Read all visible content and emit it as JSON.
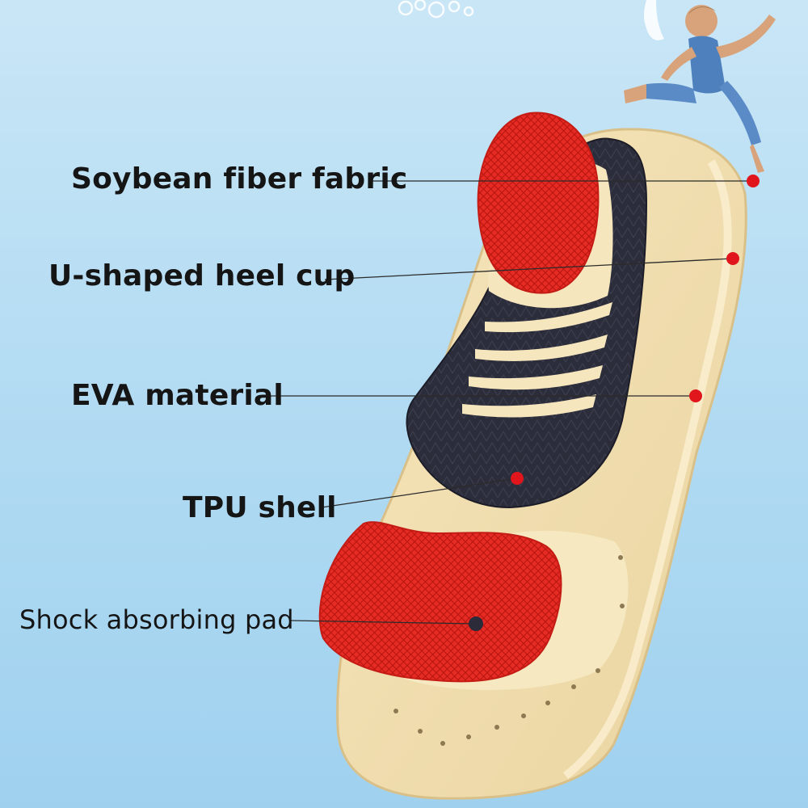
{
  "labels": {
    "soybean_fiber_fabric": "Soybean fiber fabric",
    "u_shaped_heel_cup": "U-shaped heel cup",
    "eva_material": "EVA material",
    "tpu_shell": "TPU shell",
    "shock_absorbing_pad": "Shock absorbing pad"
  },
  "colors": {
    "background_top": "#c9e6f6",
    "background_bottom": "#9fd1ef",
    "insole_base": "#f1deb0",
    "tpu_shell": "#2c2d3b",
    "red_pad": "#e52b24",
    "marker_red": "#e0161c",
    "marker_dark": "#2b2b3a",
    "text": "#151515"
  }
}
